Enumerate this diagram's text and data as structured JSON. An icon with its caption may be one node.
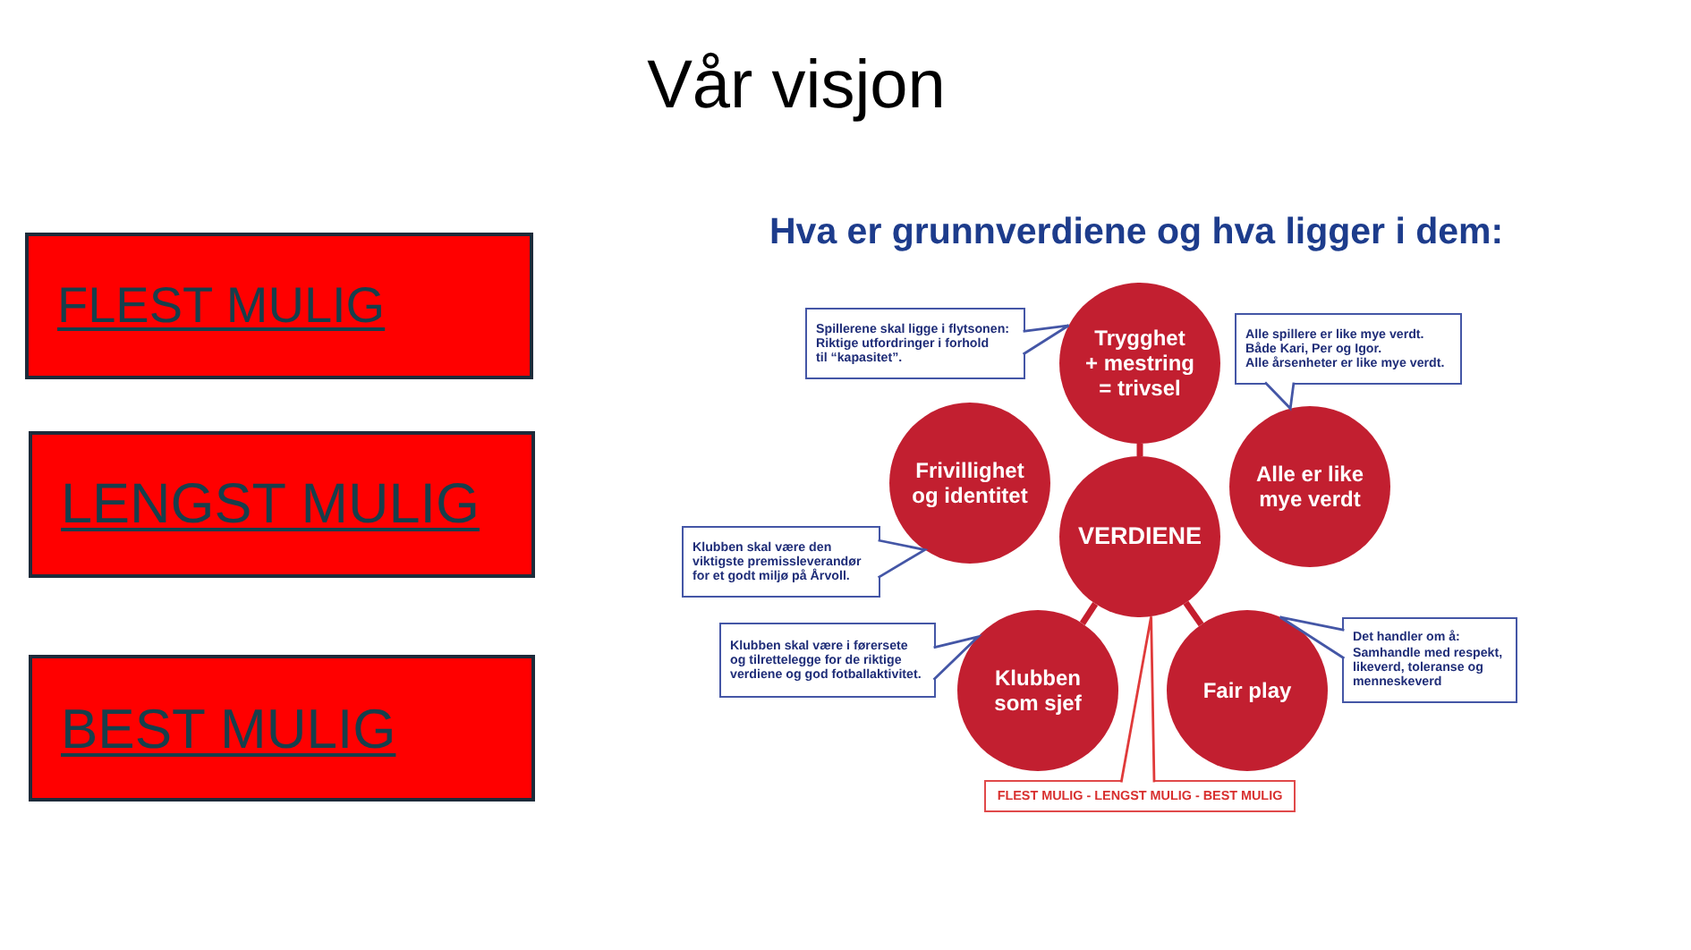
{
  "diagram": {
    "title": "Vår visjon",
    "nodes": [
      {
        "text": [
          "FLEST MULIG"
        ]
      },
      {
        "text": [
          "LENGST MULIG"
        ]
      },
      {
        "text": [
          "BEST MULIG"
        ]
      },
      {
        "text": [
          "Spillerene skal ligge i flytsonen:",
          "Riktige utfordringer i forhold til “kapasitet”."
        ]
      },
      {
        "text": [
          "Trygghet + mestring = trivsel"
        ]
      },
      {
        "text": [
          "Alle spillere er like mye verdt.",
          "Både Kari, Per og Igor.",
          "Alle årsenheter er like mye verdt."
        ]
      },
      {
        "text": [
          "Frivillighet og identitet"
        ]
      },
      {
        "text": [
          "Alle er like mye verdt"
        ]
      },
      {
        "text": [
          "Klubben skal være den viktigste premissleverandør for et godt miljø på Årvoll."
        ]
      },
      {
        "text": [
          "VERDIENE"
        ]
      },
      {
        "text": [
          "Klubben skal være i førersete og tilrettelegge for de riktige verdiene og god fotballaktivitet."
        ]
      },
      {
        "text": [
          "Klubben som sjef"
        ]
      },
      {
        "text": [
          "Fair play"
        ]
      },
      {
        "text": [
          "Det handler om å:",
          "Samhandle med respekt, likeverd, toleranse og menneskeverd"
        ]
      },
      {
        "text": [
          "FLEST MULIG - LENGST MULIG - BEST MULIG"
        ]
      }
    ],
    "edges": [
      {
        "from": 3,
        "to": 4,
        "arrow": "to"
      },
      {
        "from": 5,
        "to": 7,
        "arrow": "to"
      },
      {
        "from": 8,
        "to": 6,
        "arrow": "to"
      },
      {
        "from": 4,
        "to": 9,
        "arrow": "none",
        "style": "thick",
        "color": "#c41e2e"
      },
      {
        "from": 9,
        "to": 11,
        "arrow": "none",
        "style": "thick",
        "color": "#c41e2e"
      },
      {
        "from": 9,
        "to": 12,
        "arrow": "none",
        "style": "thick",
        "color": "#c41e2e"
      },
      {
        "from": 10,
        "to": 11,
        "arrow": "to"
      },
      {
        "from": 13,
        "to": 12,
        "arrow": "to"
      },
      {
        "from": 14,
        "to": 9,
        "arrow": "none",
        "color": "#e03a3a"
      }
    ],
    "labels": [
      "Hva er grunnverdiene og hva ligger i dem:"
    ]
  }
}
